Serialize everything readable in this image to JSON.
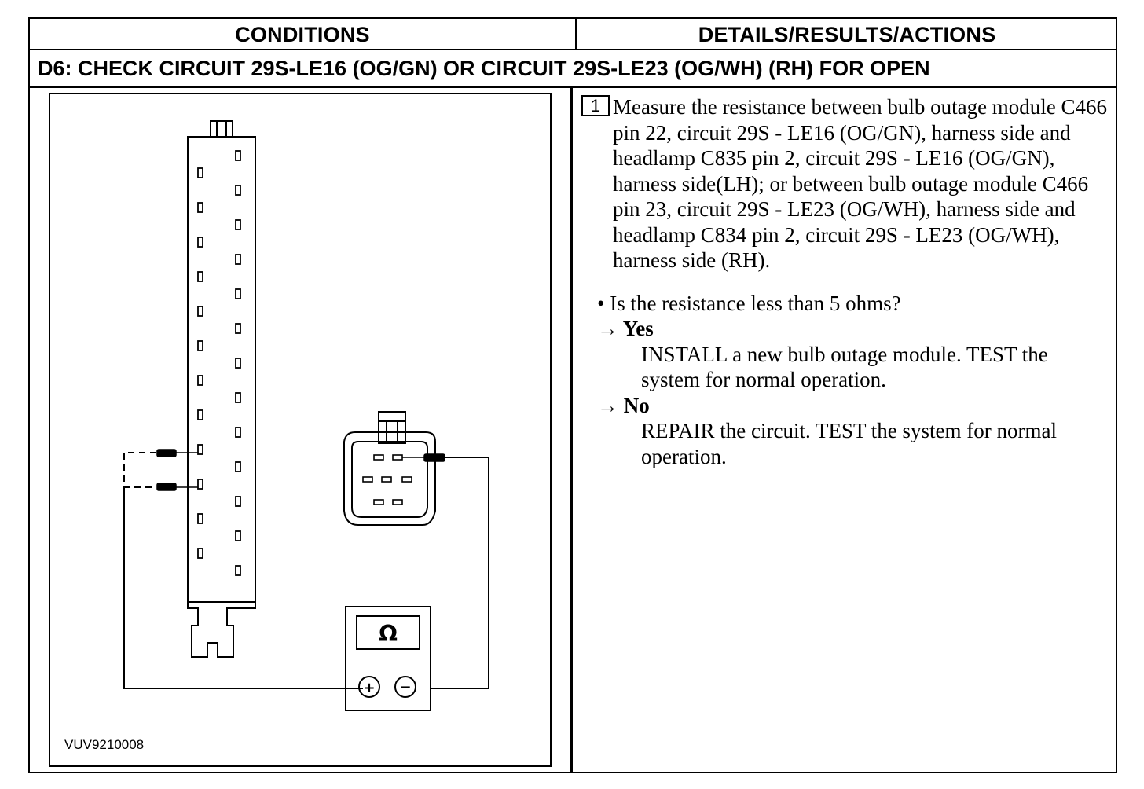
{
  "header": {
    "conditions": "CONDITIONS",
    "details": "DETAILS/RESULTS/ACTIONS"
  },
  "step_title": "D6: CHECK CIRCUIT 29S-LE16 (OG/GN) OR CIRCUIT 29S-LE23 (OG/WH) (RH) FOR OPEN",
  "figure": {
    "id": "VUV9210008",
    "meter_symbol": "Ω",
    "plus_symbol": "+",
    "minus_symbol": "−"
  },
  "details": {
    "step_number": "1",
    "instruction": "Measure the resistance between bulb outage module C466 pin 22, circuit 29S - LE16 (OG/GN), harness side and headlamp C835 pin 2, circuit 29S - LE16 (OG/GN), harness side(LH); or between bulb outage module C466 pin 23, circuit 29S - LE23 (OG/WH), harness side and headlamp C834 pin 2, circuit 29S - LE23 (OG/WH), harness side (RH).",
    "question": "• Is the resistance less than 5 ohms?",
    "yes_label": "→ Yes",
    "yes_action": "INSTALL a new bulb outage module. TEST the system for normal operation.",
    "no_label": "→ No",
    "no_action": "REPAIR the circuit. TEST the system for normal operation."
  }
}
